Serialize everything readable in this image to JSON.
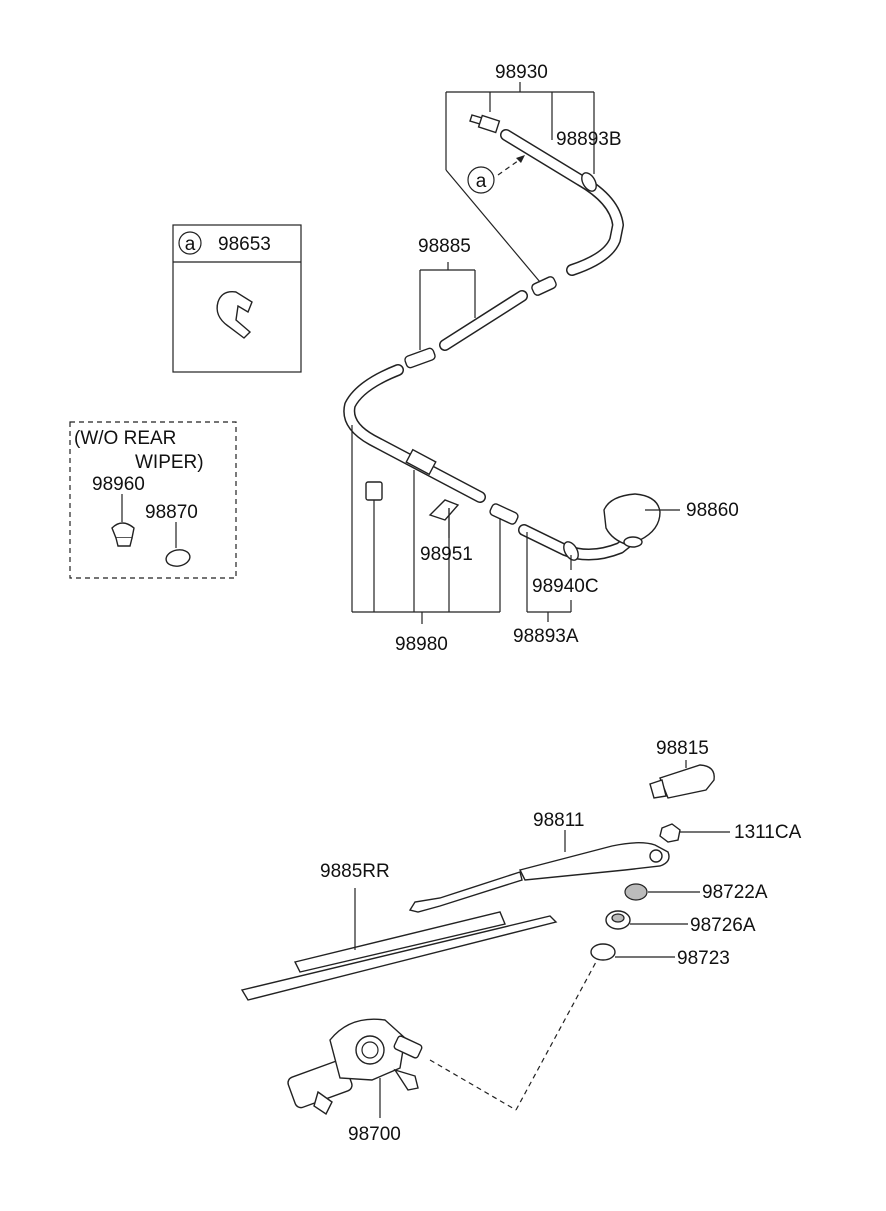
{
  "labels": {
    "p98930": "98930",
    "p98893B": "98893B",
    "p98885": "98885",
    "p98860": "98860",
    "p98951": "98951",
    "p98940C": "98940C",
    "p98893A": "98893A",
    "p98980": "98980",
    "p98653": "98653",
    "circle_ref": "a",
    "p98960": "98960",
    "p98870": "98870",
    "wo_rear_line1": "(W/O REAR",
    "wo_rear_line2": "WIPER)",
    "p98815": "98815",
    "p98811": "98811",
    "p1311CA": "1311CA",
    "p9885RR": "9885RR",
    "p98722A": "98722A",
    "p98726A": "98726A",
    "p98723": "98723",
    "p98700": "98700"
  }
}
